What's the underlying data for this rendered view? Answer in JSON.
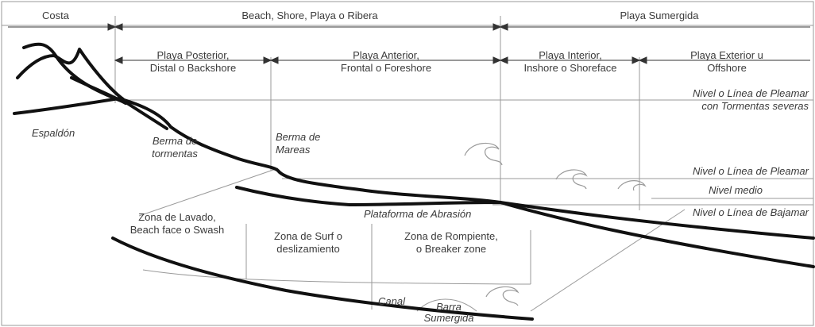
{
  "diagram": {
    "header": {
      "costa": "Costa",
      "beach": "Beach, Shore, Playa o Ribera",
      "sumergida": "Playa Sumergida"
    },
    "subheader": {
      "posterior": [
        "Playa Posterior,",
        "Distal o Backshore"
      ],
      "anterior": [
        "Playa Anterior,",
        "Frontal o Foreshore"
      ],
      "interior": [
        "Playa Interior,",
        "Inshore o Shoreface"
      ],
      "exterior": [
        "Playa Exterior u",
        "Offshore"
      ]
    },
    "levels": {
      "tormentas": [
        "Nivel o Línea de Pleamar",
        "con Tormentas severas"
      ],
      "pleamar": "Nivel o Línea de Pleamar",
      "medio": "Nivel medio",
      "bajamar": "Nivel o Línea de Bajamar"
    },
    "features": {
      "espaldon": "Espaldón",
      "berma_tormentas": [
        "Berma de",
        "tormentas"
      ],
      "berma_mareas": [
        "Berma de",
        "Mareas"
      ],
      "plataforma": "Plataforma de Abrasión"
    },
    "zones": {
      "lavado": [
        "Zona de Lavado,",
        "Beach face o Swash"
      ],
      "surf": [
        "Zona de Surf o",
        "deslizamiento"
      ],
      "rompiente": [
        "Zona de Rompiente,",
        "o Breaker zone"
      ],
      "canal": "Canal",
      "barra": [
        "Barra",
        "Sumergida"
      ]
    },
    "colors": {
      "profile": "#111111",
      "lines": "#9a9a9a",
      "text": "#3a3a3a"
    }
  }
}
